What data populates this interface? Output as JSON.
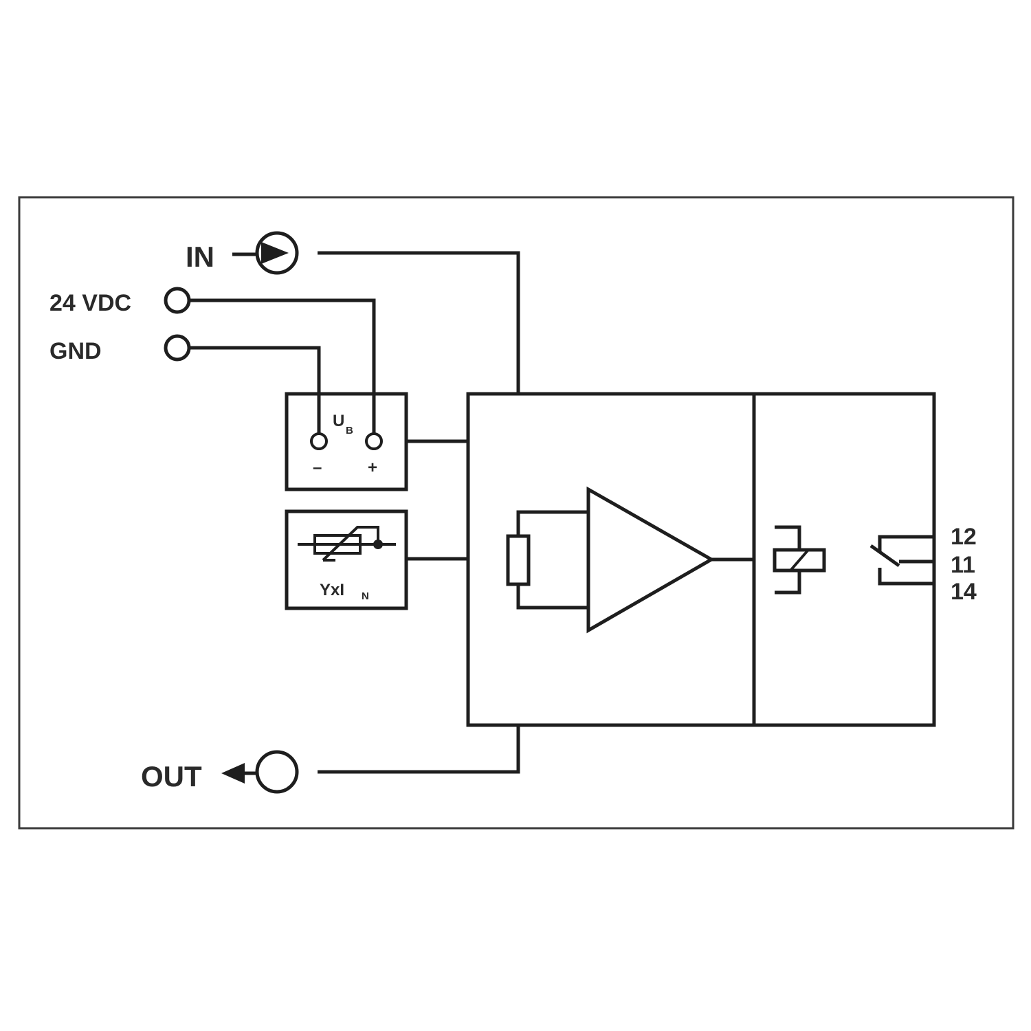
{
  "labels": {
    "in": "IN",
    "out": "OUT",
    "supply": "24 VDC",
    "ground": "GND",
    "ub_main": "U",
    "ub_sub": "B",
    "minus": "–",
    "plus": "+",
    "range_main": "YxI",
    "range_sub": "N",
    "contact_12": "12",
    "contact_11": "11",
    "contact_14": "14"
  },
  "colors": {
    "line": "#1e1e1e",
    "text": "#2a2a2a",
    "frame": "#3a3a3a",
    "background": "#ffffff"
  }
}
